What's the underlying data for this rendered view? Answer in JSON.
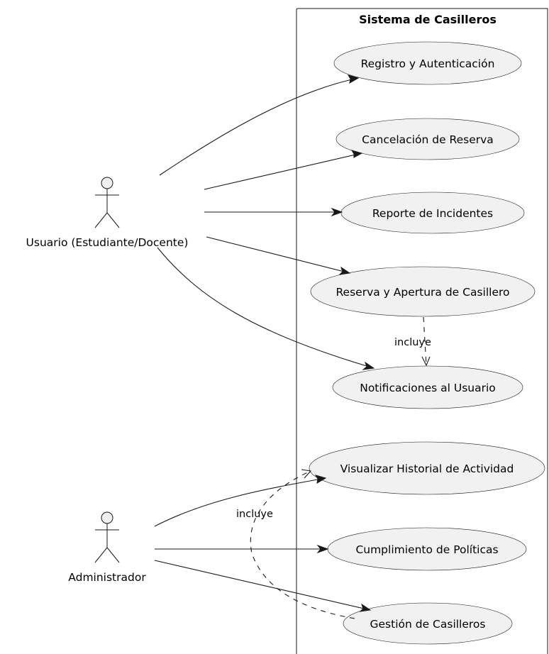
{
  "system": {
    "title": "Sistema de Casilleros"
  },
  "actors": {
    "usuario": "Usuario (Estudiante/Docente)",
    "administrador": "Administrador"
  },
  "use_cases": {
    "registro": "Registro y Autenticación",
    "cancelacion": "Cancelación de Reserva",
    "reporte": "Reporte de Incidentes",
    "reserva": "Reserva y Apertura de Casillero",
    "notificaciones": "Notificaciones al Usuario",
    "historial": "Visualizar Historial de Actividad",
    "cumplimiento": "Cumplimiento de Políticas",
    "gestion": "Gestión de Casilleros"
  },
  "relations": {
    "incluye_reserva_notificaciones": "incluye",
    "incluye_gestion_historial": "incluye"
  }
}
